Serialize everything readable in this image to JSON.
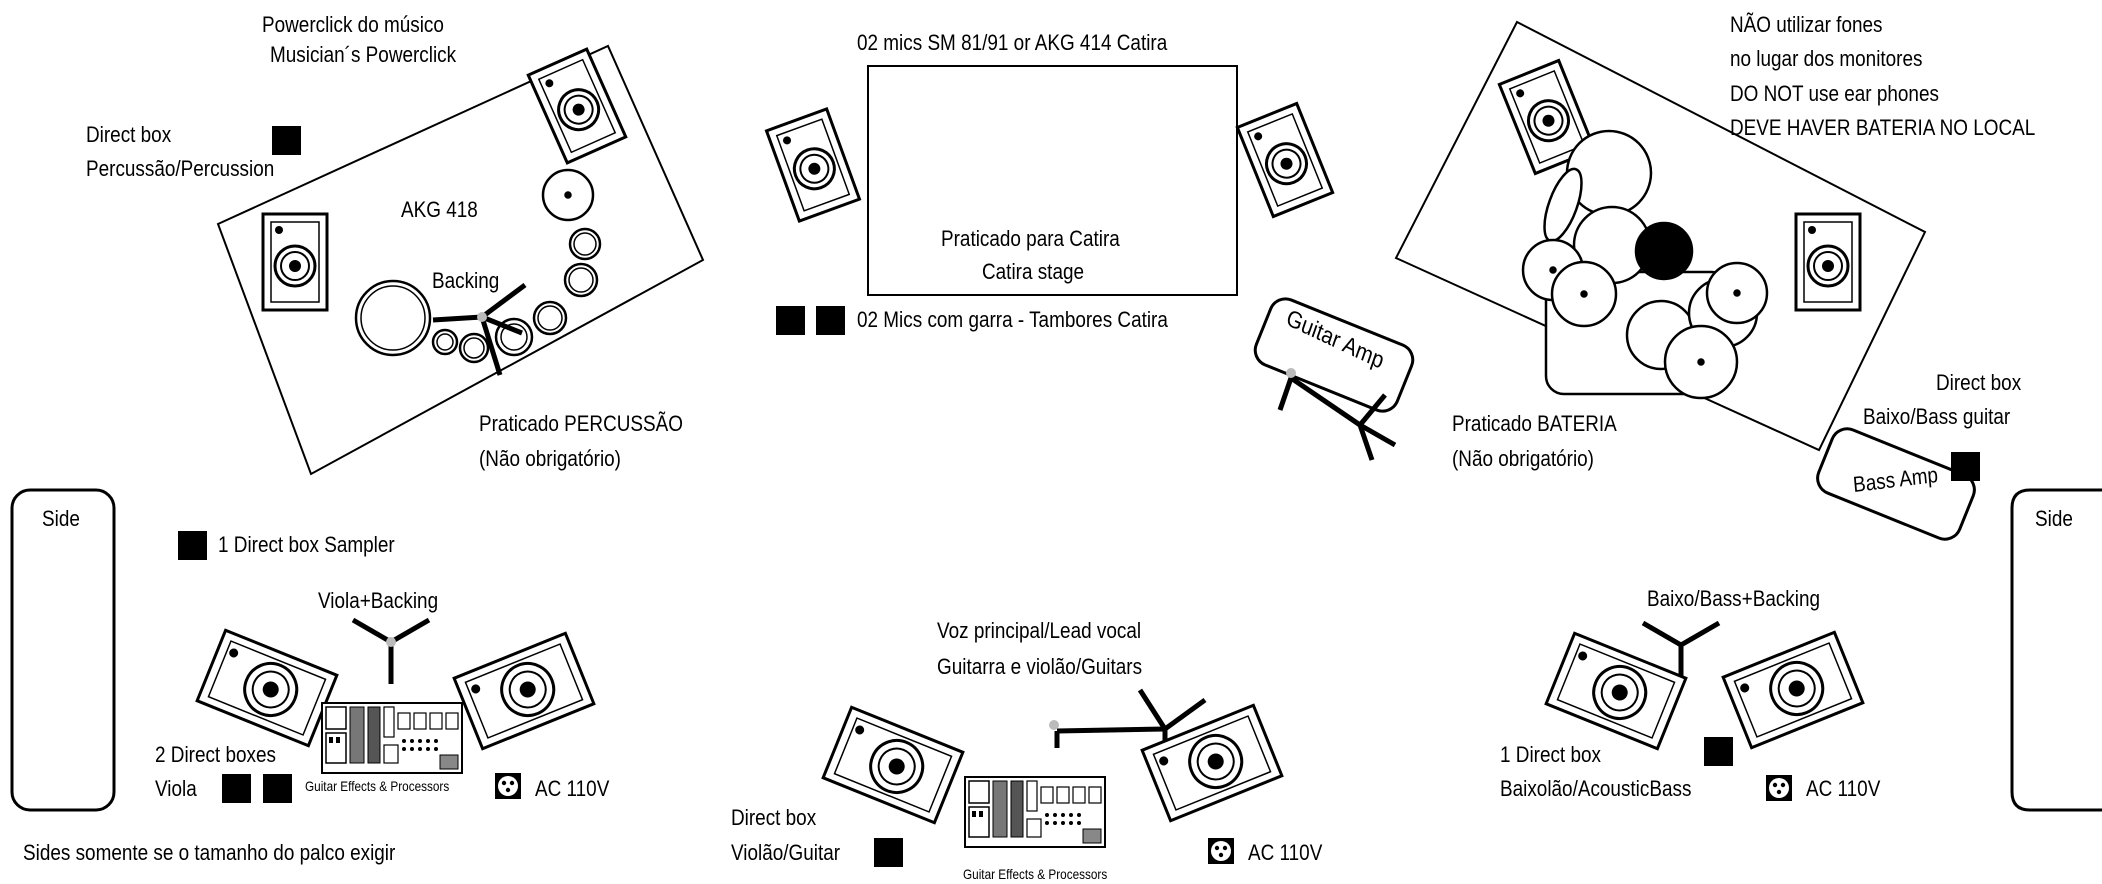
{
  "labels": {
    "powerclick_pt": "Powerclick do músico",
    "powerclick_en": "Musician´s Powerclick",
    "direct_box_perc_1": "Direct box",
    "direct_box_perc_2": "Percussão/Percussion",
    "akg_418": "AKG 418",
    "backing_perc": "Backing",
    "praticado_perc_1": "Praticado PERCUSSÃO",
    "praticado_perc_2": "(Não obrigatório)",
    "catira_mics": "02 mics SM 81/91 or AKG 414 Catira",
    "catira_stage_1": "Praticado para Catira",
    "catira_stage_2": "Catira stage",
    "catira_drums": "02 Mics com garra - Tambores Catira",
    "guitar_amp": "Guitar Amp",
    "note_1": "NÃO utilizar fones",
    "note_2": "no lugar dos monitores",
    "note_3": "DO NOT use ear phones",
    "note_4": "DEVE HAVER BATERIA NO LOCAL",
    "praticado_bateria_1": "Praticado BATERIA",
    "praticado_bateria_2": "(Não obrigatório)",
    "direct_box_bass_1": "Direct box",
    "direct_box_bass_2": "Baixo/Bass guitar",
    "bass_amp": "Bass Amp",
    "side_left": "Side",
    "side_right": "Side",
    "sampler": "1 Direct box Sampler",
    "viola_backing": "Viola+Backing",
    "two_direct_boxes_1": "2 Direct boxes",
    "two_direct_boxes_2": "Viola",
    "guitar_fx_left": "Guitar Effects & Processors",
    "ac_left": "AC 110V",
    "sides_note": "Sides somente se o tamanho do palco exigir",
    "lead_vocal_1": "Voz principal/Lead vocal",
    "lead_vocal_2": "Guitarra e violão/Guitars",
    "direct_box_guitar_1": "Direct box",
    "direct_box_guitar_2": "Violão/Guitar",
    "guitar_fx_center": "Guitar Effects & Processors",
    "ac_center": "AC 110V",
    "bass_backing": "Baixo/Bass+Backing",
    "acoustic_bass_1": "1 Direct box",
    "acoustic_bass_2": "Baixolão/AcousticBass",
    "ac_right": "AC 110V"
  }
}
